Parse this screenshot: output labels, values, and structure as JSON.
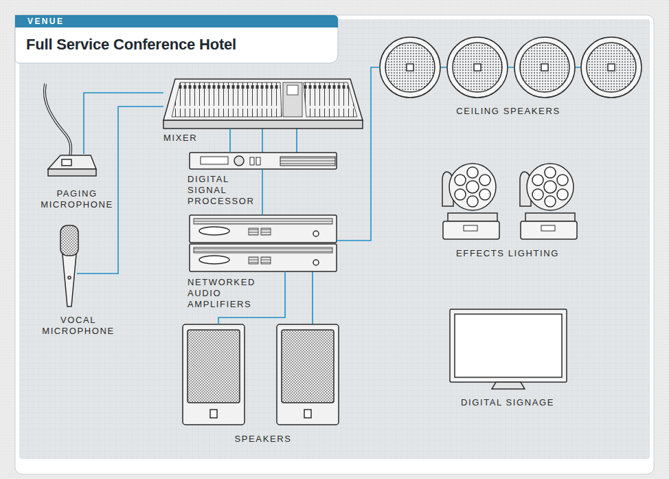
{
  "diagram": {
    "title": "Full Service Conference Hotel",
    "nodes": [
      {
        "text": [
          "PAGING MICROPHONE"
        ]
      },
      {
        "text": [
          "VOCAL MICROPHONE"
        ]
      },
      {
        "text": [
          "MIXER"
        ]
      },
      {
        "text": [
          "DIGITAL SIGNAL PROCESSOR"
        ]
      },
      {
        "text": [
          "NETWORKED AUDIO AMPLIFIERS"
        ]
      },
      {
        "text": [
          "CEILING SPEAKERS"
        ]
      },
      {
        "text": [
          "EFFECTS LIGHTING"
        ]
      },
      {
        "text": [
          "DIGITAL SIGNAGE"
        ]
      },
      {
        "text": [
          "SPEAKERS"
        ]
      }
    ],
    "edges": [
      {
        "from": 0,
        "to": 2,
        "arrow": "none"
      },
      {
        "from": 1,
        "to": 2,
        "arrow": "none"
      },
      {
        "from": 2,
        "to": 3,
        "arrow": "none"
      },
      {
        "from": 3,
        "to": 4,
        "arrow": "none"
      },
      {
        "from": 4,
        "to": 5,
        "arrow": "none"
      },
      {
        "from": 4,
        "to": 8,
        "arrow": "none"
      }
    ],
    "labels": [
      "VENUE"
    ]
  }
}
